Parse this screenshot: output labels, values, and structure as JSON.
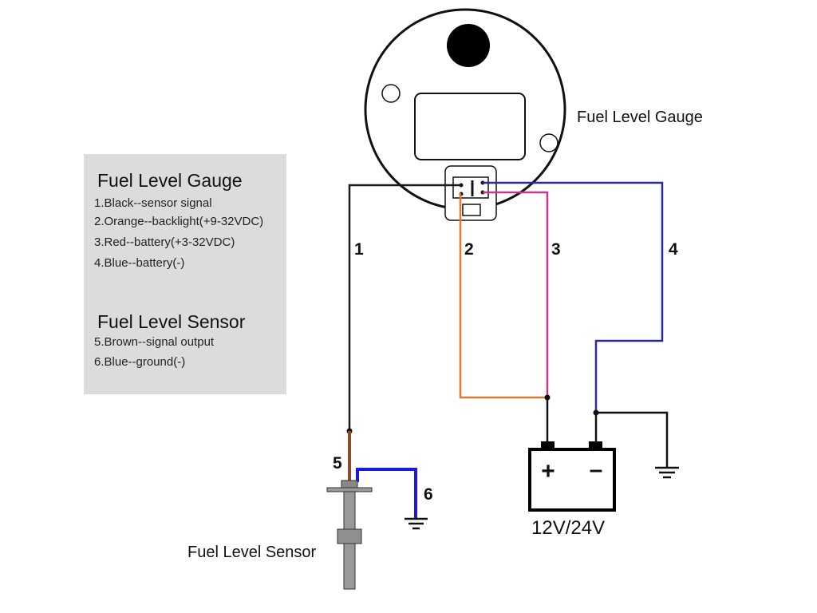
{
  "labels": {
    "gauge": "Fuel Level Gauge",
    "sensor": "Fuel Level Sensor",
    "battery": "12V/24V",
    "battery_plus": "+",
    "battery_minus": "–"
  },
  "legend": {
    "gauge_title": "Fuel Level Gauge",
    "gauge_items": [
      "1.Black--sensor signal",
      "2.Orange--backlight(+9-32VDC)",
      "3.Red--battery(+3-32VDC)",
      "4.Blue--battery(-)"
    ],
    "sensor_title": "Fuel Level Sensor",
    "sensor_items": [
      "5.Brown--signal output",
      "6.Blue--ground(-)"
    ]
  },
  "wires": [
    {
      "number": "1",
      "color": "#1a1a1a"
    },
    {
      "number": "2",
      "color": "#e07a2e"
    },
    {
      "number": "3",
      "color": "#c0398a"
    },
    {
      "number": "4",
      "color": "#2a2a9a"
    },
    {
      "number": "5",
      "color": "#8b4a2b"
    },
    {
      "number": "6",
      "color": "#1a1adb"
    }
  ]
}
